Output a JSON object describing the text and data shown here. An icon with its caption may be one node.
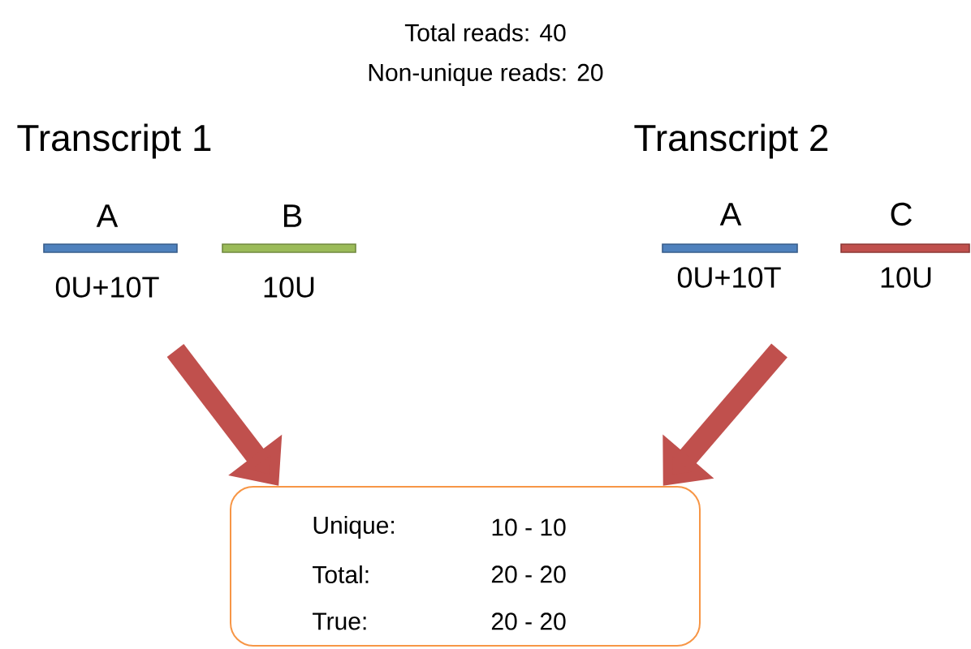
{
  "diagram": {
    "nodes": [
      {
        "text": [
          "Transcript 1"
        ]
      },
      {
        "text": [
          "A",
          "0U+10T"
        ]
      },
      {
        "text": [
          "B",
          "10U"
        ]
      },
      {
        "text": [
          "Transcript 2"
        ]
      },
      {
        "text": [
          "A",
          "0U+10T"
        ]
      },
      {
        "text": [
          "C",
          "10U"
        ]
      },
      {
        "text": [
          "Unique:",
          "10 - 10",
          "Total:",
          "20 - 20",
          "True:",
          "20 - 20"
        ]
      }
    ],
    "edges": [
      {
        "from": null,
        "to": 6,
        "arrow": "to"
      },
      {
        "from": null,
        "to": 6,
        "arrow": "to"
      }
    ],
    "labels": [
      "Total reads: 40",
      "Non-unique reads: 20"
    ]
  }
}
